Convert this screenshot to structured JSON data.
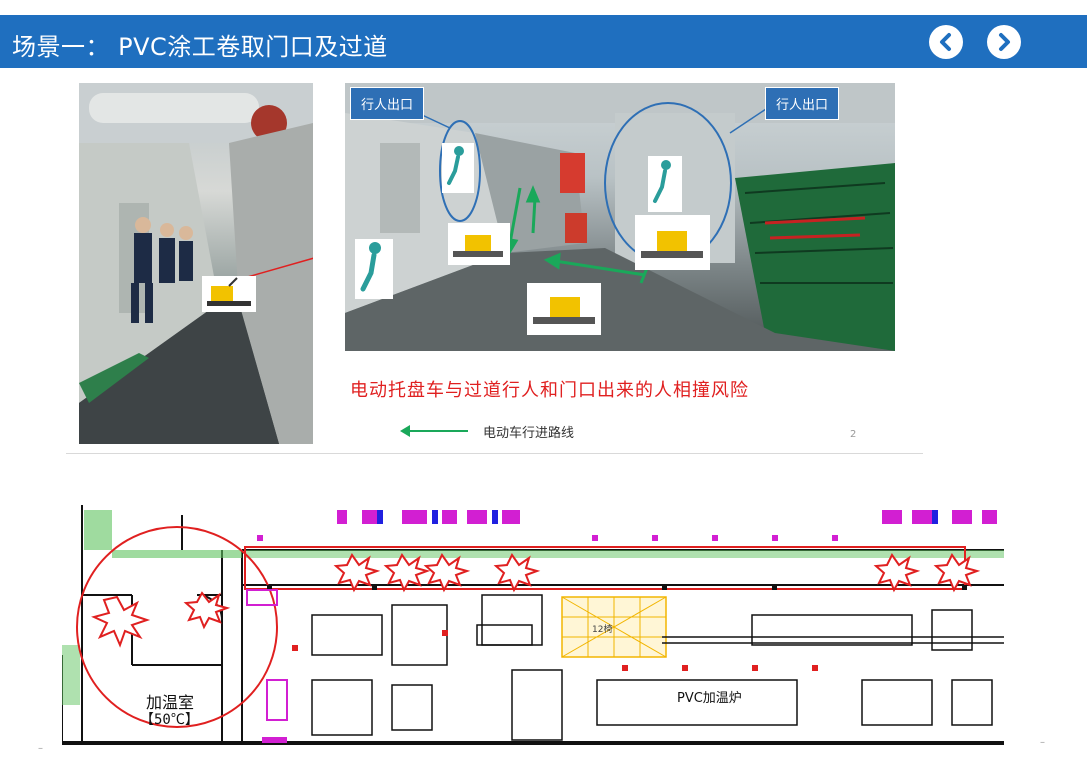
{
  "header": {
    "title": "场景一： PVC涂工卷取门口及过道",
    "prev_icon": "chevron-left-icon",
    "next_icon": "chevron-right-icon",
    "bg_color": "#1f6fbf"
  },
  "photo_right": {
    "label_left": "行人出口",
    "label_right": "行人出口"
  },
  "caption": "电动托盘车与过道行人和门口出来的人相撞风险",
  "legend": {
    "label": "电动车行进路线",
    "line_color": "#1aa85a"
  },
  "page_number": "2",
  "floorplan": {
    "room_label": "加温室",
    "room_temp": "【50℃】",
    "area_label": "12椅",
    "machine_label": "PVC加温炉"
  },
  "colors": {
    "accent": "#1f6fbf",
    "warning_red": "#e02020",
    "route_green": "#1aa85a",
    "cart_yellow": "#f2c200"
  }
}
